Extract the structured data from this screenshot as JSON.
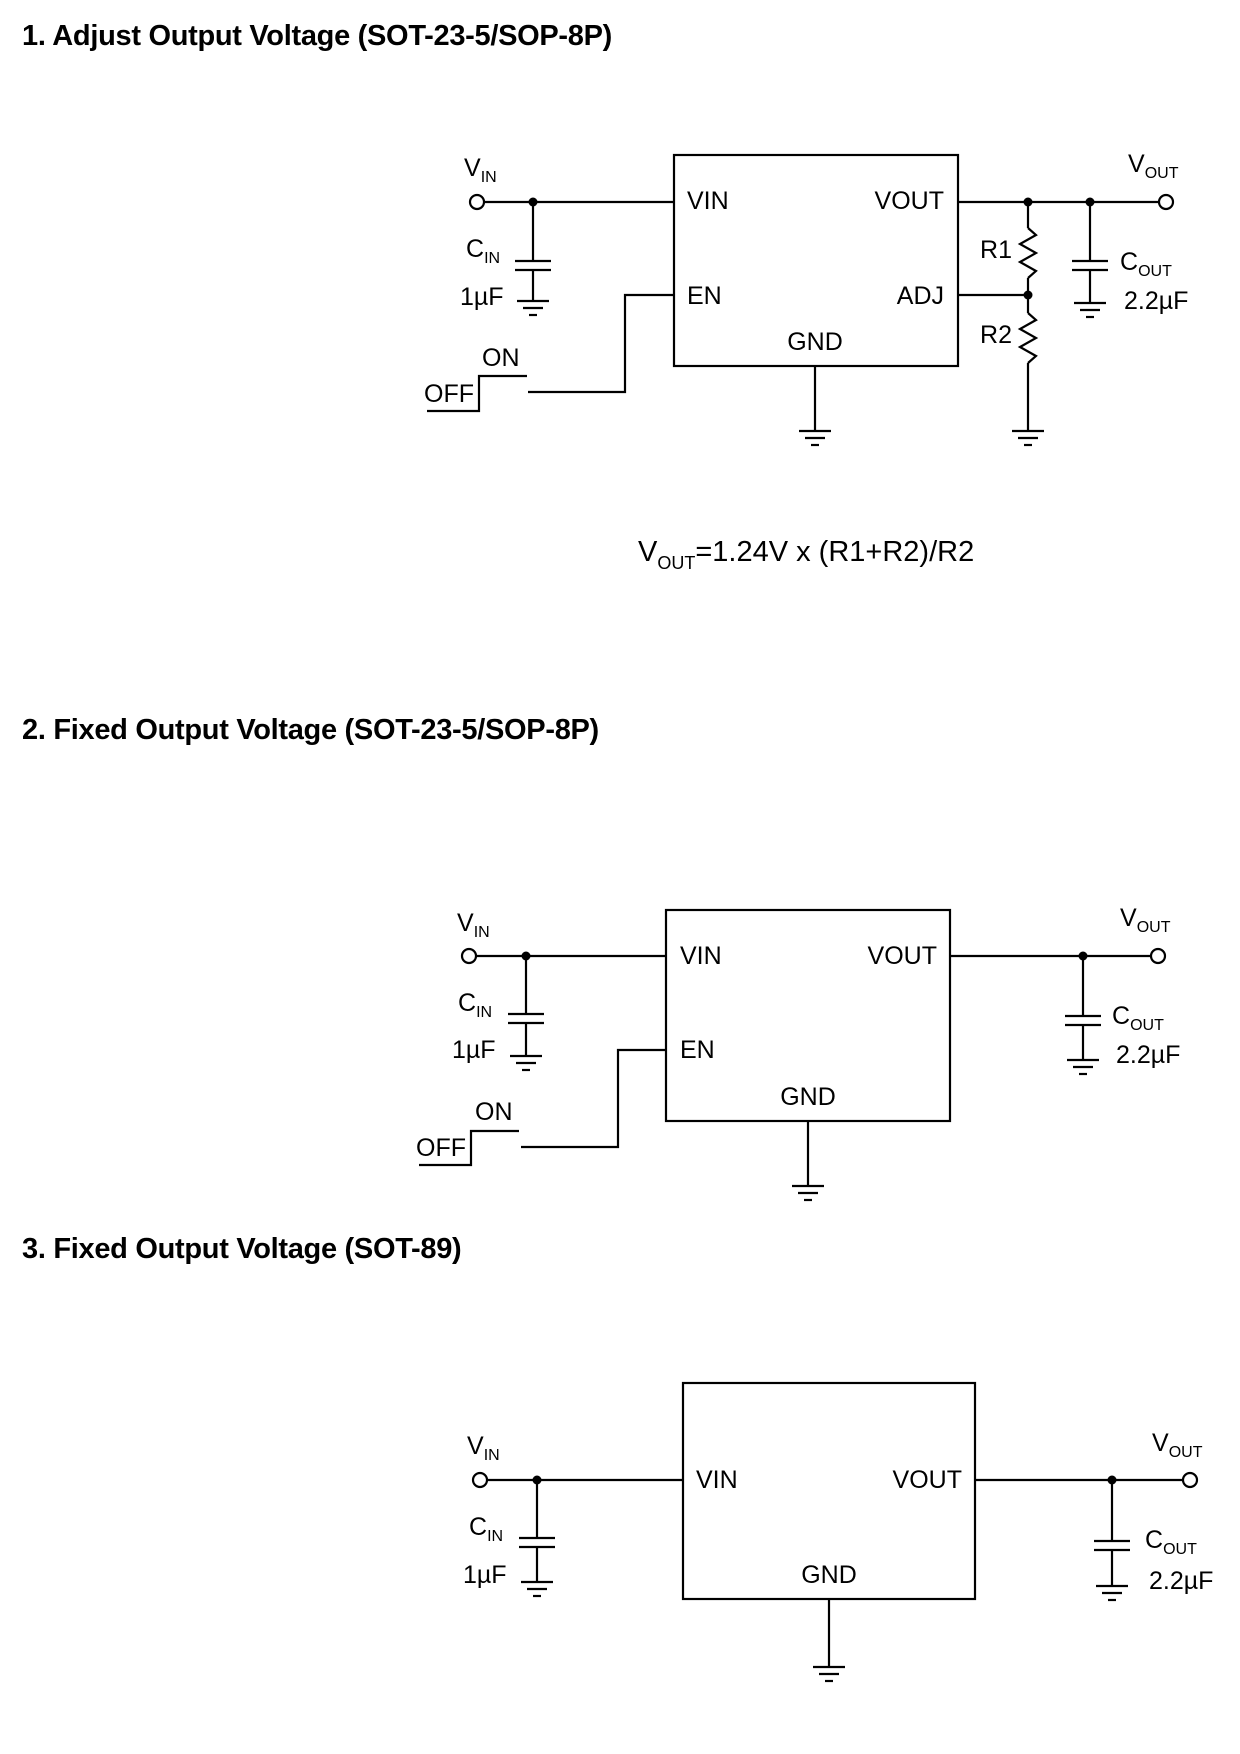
{
  "headings": {
    "s1": "1. Adjust Output Voltage (SOT-23-5/SOP-8P)",
    "s2": "2. Fixed Output Voltage (SOT-23-5/SOP-8P)",
    "s3": "3. Fixed Output Voltage (SOT-89)"
  },
  "labels": {
    "v": "V",
    "c": "C",
    "in_sub": "IN",
    "out_sub": "OUT",
    "cin_value": "1µF",
    "cout_value": "2.2µF",
    "pin_vin": "VIN",
    "pin_vout": "VOUT",
    "pin_en": "EN",
    "pin_gnd": "GND",
    "pin_adj": "ADJ",
    "r1": "R1",
    "r2": "R2",
    "switch_on": "ON",
    "switch_off": "OFF"
  },
  "formula": {
    "v": "V",
    "sub": "OUT",
    "rest": "=1.24V x (R1+R2)/R2"
  }
}
